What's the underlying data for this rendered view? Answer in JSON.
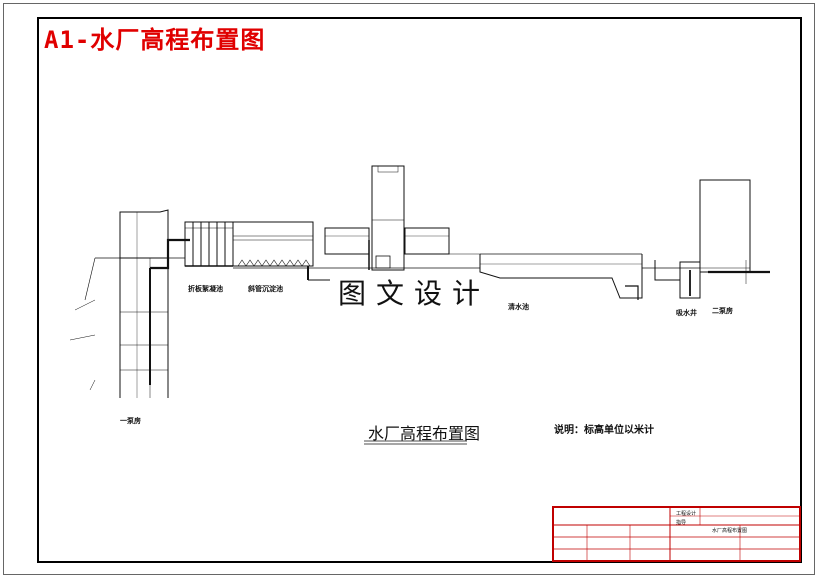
{
  "sheet_title": "A1-水厂高程布置图",
  "watermark": "图文设计",
  "drawing_title": "水厂高程布置图",
  "note": "说明：标高单位以米计",
  "structures": {
    "flocculation_tank": "折板絮凝池",
    "sedimentation_tank": "斜管沉淀池",
    "clear_water_tank": "清水池",
    "suction_well": "吸水井",
    "second_pump_house": "二泵房",
    "first_pump_house": "一泵房"
  },
  "title_block": {
    "rows": [
      "工程设计",
      "指导",
      "水厂高程布置图"
    ]
  },
  "colors": {
    "sheet_title": "#e00000",
    "title_block_border": "#c00000"
  }
}
